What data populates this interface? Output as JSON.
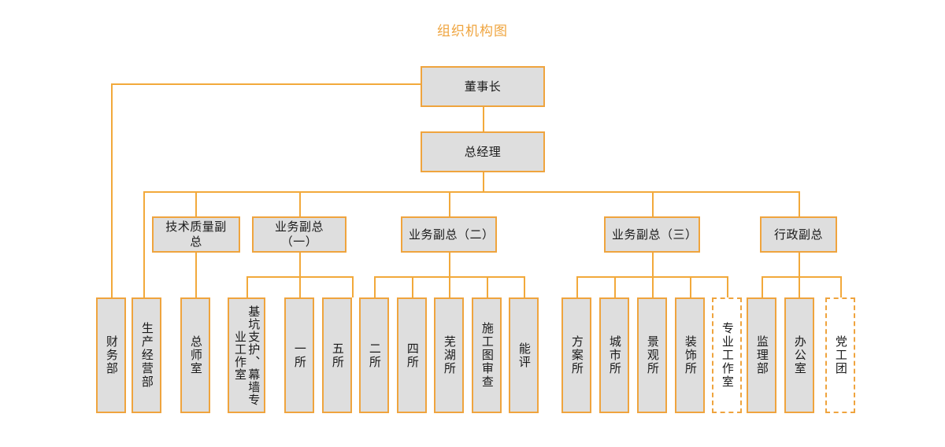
{
  "chart_title": "组织机构图",
  "theme": {
    "border_color": "#EFA43E",
    "line_color": "#F2A93B",
    "node_fill": "#DEDEDE",
    "dashed_node_fill": "#FFFFFF",
    "title_color": "#EFA43E",
    "text_color": "#1A1A1A"
  },
  "levels": {
    "chairman": {
      "label": "董事长"
    },
    "general_manager": {
      "label": "总经理"
    },
    "vice_presidents": [
      {
        "label": "技术质量副总"
      },
      {
        "label": "业务副总（一）"
      },
      {
        "label": "业务副总（二）"
      },
      {
        "label": "业务副总（三）"
      },
      {
        "label": "行政副总"
      }
    ],
    "departments": [
      {
        "label": "财务部",
        "style": "solid",
        "reports_to": "董事长"
      },
      {
        "label": "生产经营部",
        "style": "solid",
        "reports_to": "总经理"
      },
      {
        "label": "总师室",
        "style": "solid",
        "reports_to": "技术质量副总"
      },
      {
        "label": "基坑支护、幕墙专业工作室",
        "style": "solid",
        "reports_to": "业务副总（一）"
      },
      {
        "label": "一所",
        "style": "solid",
        "reports_to": "业务副总（一）"
      },
      {
        "label": "五所",
        "style": "solid",
        "reports_to": "业务副总（一）"
      },
      {
        "label": "二所",
        "style": "solid",
        "reports_to": "业务副总（二）"
      },
      {
        "label": "四所",
        "style": "solid",
        "reports_to": "业务副总（二）"
      },
      {
        "label": "芜湖所",
        "style": "solid",
        "reports_to": "业务副总（二）"
      },
      {
        "label": "施工图审查",
        "style": "solid",
        "reports_to": "业务副总（二）"
      },
      {
        "label": "能评",
        "style": "solid",
        "reports_to": "业务副总（二）"
      },
      {
        "label": "方案所",
        "style": "solid",
        "reports_to": "业务副总（三）"
      },
      {
        "label": "城市所",
        "style": "solid",
        "reports_to": "业务副总（三）"
      },
      {
        "label": "景观所",
        "style": "solid",
        "reports_to": "业务副总（三）"
      },
      {
        "label": "装饰所",
        "style": "solid",
        "reports_to": "业务副总（三）"
      },
      {
        "label": "专业工作室",
        "style": "dashed",
        "reports_to": "业务副总（三）"
      },
      {
        "label": "监理部",
        "style": "solid",
        "reports_to": "行政副总"
      },
      {
        "label": "办公室",
        "style": "solid",
        "reports_to": "行政副总"
      },
      {
        "label": "党工团",
        "style": "dashed",
        "reports_to": "行政副总"
      }
    ]
  }
}
